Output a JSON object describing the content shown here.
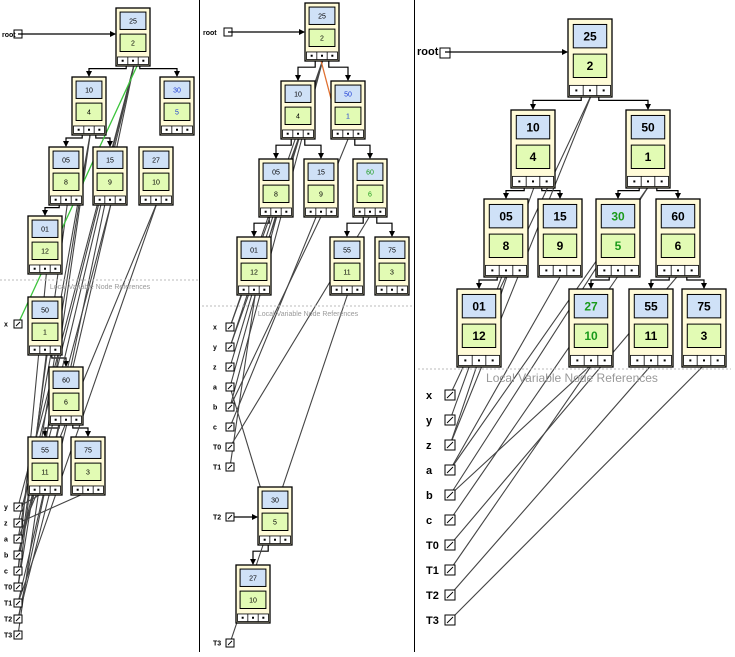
{
  "section_label": "Local Variable Node References",
  "root_label": "root",
  "panels": [
    {
      "id": "left",
      "nodes": [
        {
          "id": "n25",
          "key": "25",
          "bal": "2",
          "color": "#000000"
        },
        {
          "id": "n10",
          "key": "10",
          "bal": "4",
          "color": "#000000"
        },
        {
          "id": "n30",
          "key": "30",
          "bal": "5",
          "color": "#1a3ad4"
        },
        {
          "id": "n05",
          "key": "05",
          "bal": "8",
          "color": "#000000"
        },
        {
          "id": "n15",
          "key": "15",
          "bal": "9",
          "color": "#000000"
        },
        {
          "id": "n27",
          "key": "27",
          "bal": "10",
          "color": "#000000"
        },
        {
          "id": "n01",
          "key": "01",
          "bal": "12",
          "color": "#000000"
        },
        {
          "id": "n50",
          "key": "50",
          "bal": "1",
          "color": "#000000"
        },
        {
          "id": "n60",
          "key": "60",
          "bal": "6",
          "color": "#000000"
        },
        {
          "id": "n55",
          "key": "55",
          "bal": "11",
          "color": "#000000"
        },
        {
          "id": "n75",
          "key": "75",
          "bal": "3",
          "color": "#000000"
        }
      ],
      "vars": [
        "x",
        "y",
        "z",
        "a",
        "b",
        "c",
        "T0",
        "T1",
        "T2",
        "T3"
      ]
    },
    {
      "id": "middle",
      "nodes": [
        {
          "id": "n25",
          "key": "25",
          "bal": "2",
          "color": "#000000"
        },
        {
          "id": "n10",
          "key": "10",
          "bal": "4",
          "color": "#000000"
        },
        {
          "id": "n50",
          "key": "50",
          "bal": "1",
          "color": "#1a3ad4"
        },
        {
          "id": "n05",
          "key": "05",
          "bal": "8",
          "color": "#000000"
        },
        {
          "id": "n15",
          "key": "15",
          "bal": "9",
          "color": "#000000"
        },
        {
          "id": "n60",
          "key": "60",
          "bal": "6",
          "color": "#1a9a1a"
        },
        {
          "id": "n01",
          "key": "01",
          "bal": "12",
          "color": "#000000"
        },
        {
          "id": "n55",
          "key": "55",
          "bal": "11",
          "color": "#000000"
        },
        {
          "id": "n75",
          "key": "75",
          "bal": "3",
          "color": "#000000"
        },
        {
          "id": "n30",
          "key": "30",
          "bal": "5",
          "color": "#000000"
        },
        {
          "id": "n27",
          "key": "27",
          "bal": "10",
          "color": "#000000"
        }
      ],
      "vars": [
        "x",
        "y",
        "z",
        "a",
        "b",
        "c",
        "T0",
        "T1",
        "T2",
        "T3"
      ]
    },
    {
      "id": "right",
      "nodes": [
        {
          "id": "n25",
          "key": "25",
          "bal": "2",
          "color": "#000000"
        },
        {
          "id": "n10",
          "key": "10",
          "bal": "4",
          "color": "#000000"
        },
        {
          "id": "n50",
          "key": "50",
          "bal": "1",
          "color": "#000000"
        },
        {
          "id": "n05",
          "key": "05",
          "bal": "8",
          "color": "#000000"
        },
        {
          "id": "n15",
          "key": "15",
          "bal": "9",
          "color": "#000000"
        },
        {
          "id": "n30",
          "key": "30",
          "bal": "5",
          "color": "#1a9a1a"
        },
        {
          "id": "n60",
          "key": "60",
          "bal": "6",
          "color": "#000000"
        },
        {
          "id": "n01",
          "key": "01",
          "bal": "12",
          "color": "#000000"
        },
        {
          "id": "n27",
          "key": "27",
          "bal": "10",
          "color": "#1a9a1a"
        },
        {
          "id": "n55",
          "key": "55",
          "bal": "11",
          "color": "#000000"
        },
        {
          "id": "n75",
          "key": "75",
          "bal": "3",
          "color": "#000000"
        }
      ],
      "vars": [
        "x",
        "y",
        "z",
        "a",
        "b",
        "c",
        "T0",
        "T1",
        "T2",
        "T3"
      ]
    }
  ]
}
